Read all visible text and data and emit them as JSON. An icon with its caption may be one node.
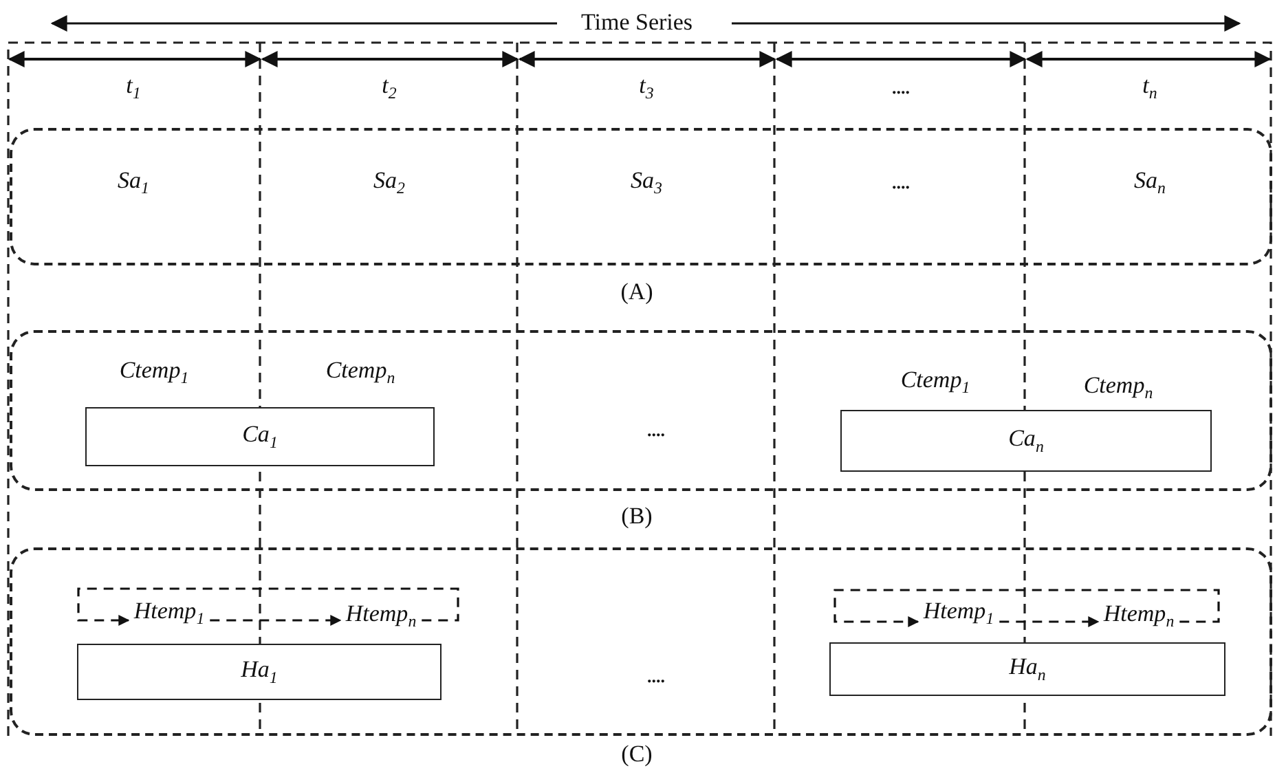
{
  "diagram": {
    "nodes": [
      {
        "text": [
          "Sa$_{1}$",
          "Sa$_{2}$",
          "Sa$_{3}$",
          "....",
          "Sa$_{n}$"
        ],
        "beside": [
          "(A)"
        ]
      },
      {
        "text": [
          "Ctemp$_{1}$",
          "Ctemp$_{n}$",
          "....",
          "Ctemp$_{1}$",
          "Ctemp$_{n}$"
        ],
        "beside": [
          "(B)"
        ]
      },
      {
        "text": [
          "Ca$_{1}$"
        ],
        "in": 1
      },
      {
        "text": [
          "Ca$_{n}$"
        ],
        "in": 1
      },
      {
        "text": [
          "...."
        ],
        "beside": [
          "(C)"
        ]
      },
      {
        "text": [
          "Htemp$_{1}$"
        ],
        "in": 4
      },
      {
        "text": [
          "Htemp$_{n}$"
        ],
        "in": 4
      },
      {
        "text": [
          "Htemp$_{1}$"
        ],
        "in": 4
      },
      {
        "text": [
          "Htemp$_{n}$"
        ],
        "in": 4
      },
      {
        "text": [
          "Ha$_{1}$"
        ],
        "in": 4
      },
      {
        "text": [
          "Ha$_{n}$"
        ],
        "in": 4
      }
    ],
    "edges": [
      {
        "from": 5,
        "to": 6,
        "arrow": "to",
        "style": "dashed"
      },
      {
        "from": 6,
        "to": 5,
        "arrow": "to",
        "style": "dashed"
      },
      {
        "from": 7,
        "to": 8,
        "arrow": "to",
        "style": "dashed"
      },
      {
        "from": 8,
        "to": 7,
        "arrow": "to",
        "style": "dashed"
      }
    ],
    "labels": [
      "Time Series",
      "t$_{1}$",
      "t$_{2}$",
      "t$_{3}$",
      "....",
      "t$_{n}$"
    ]
  }
}
